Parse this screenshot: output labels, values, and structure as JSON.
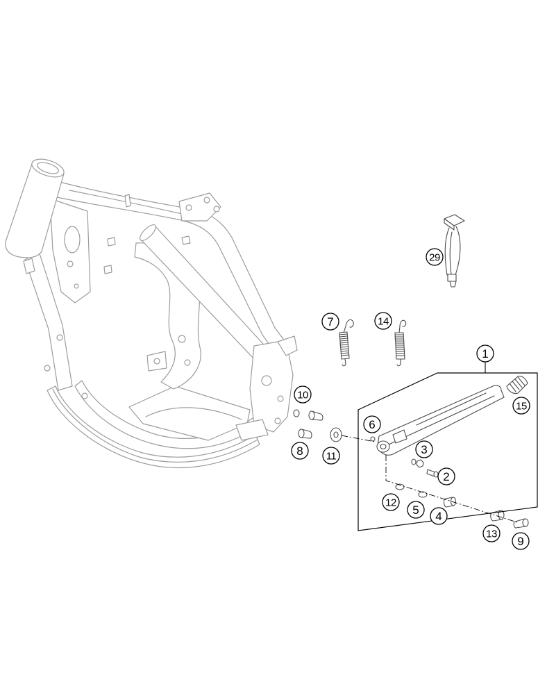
{
  "callouts": [
    "1",
    "2",
    "3",
    "4",
    "5",
    "6",
    "7",
    "8",
    "9",
    "10",
    "11",
    "12",
    "13",
    "14",
    "15",
    "29"
  ],
  "colors": {
    "background": "#ffffff",
    "frame_lines": "#9c9c9c",
    "part_lines": "#4a4a4a",
    "callout_ink": "#000000"
  }
}
